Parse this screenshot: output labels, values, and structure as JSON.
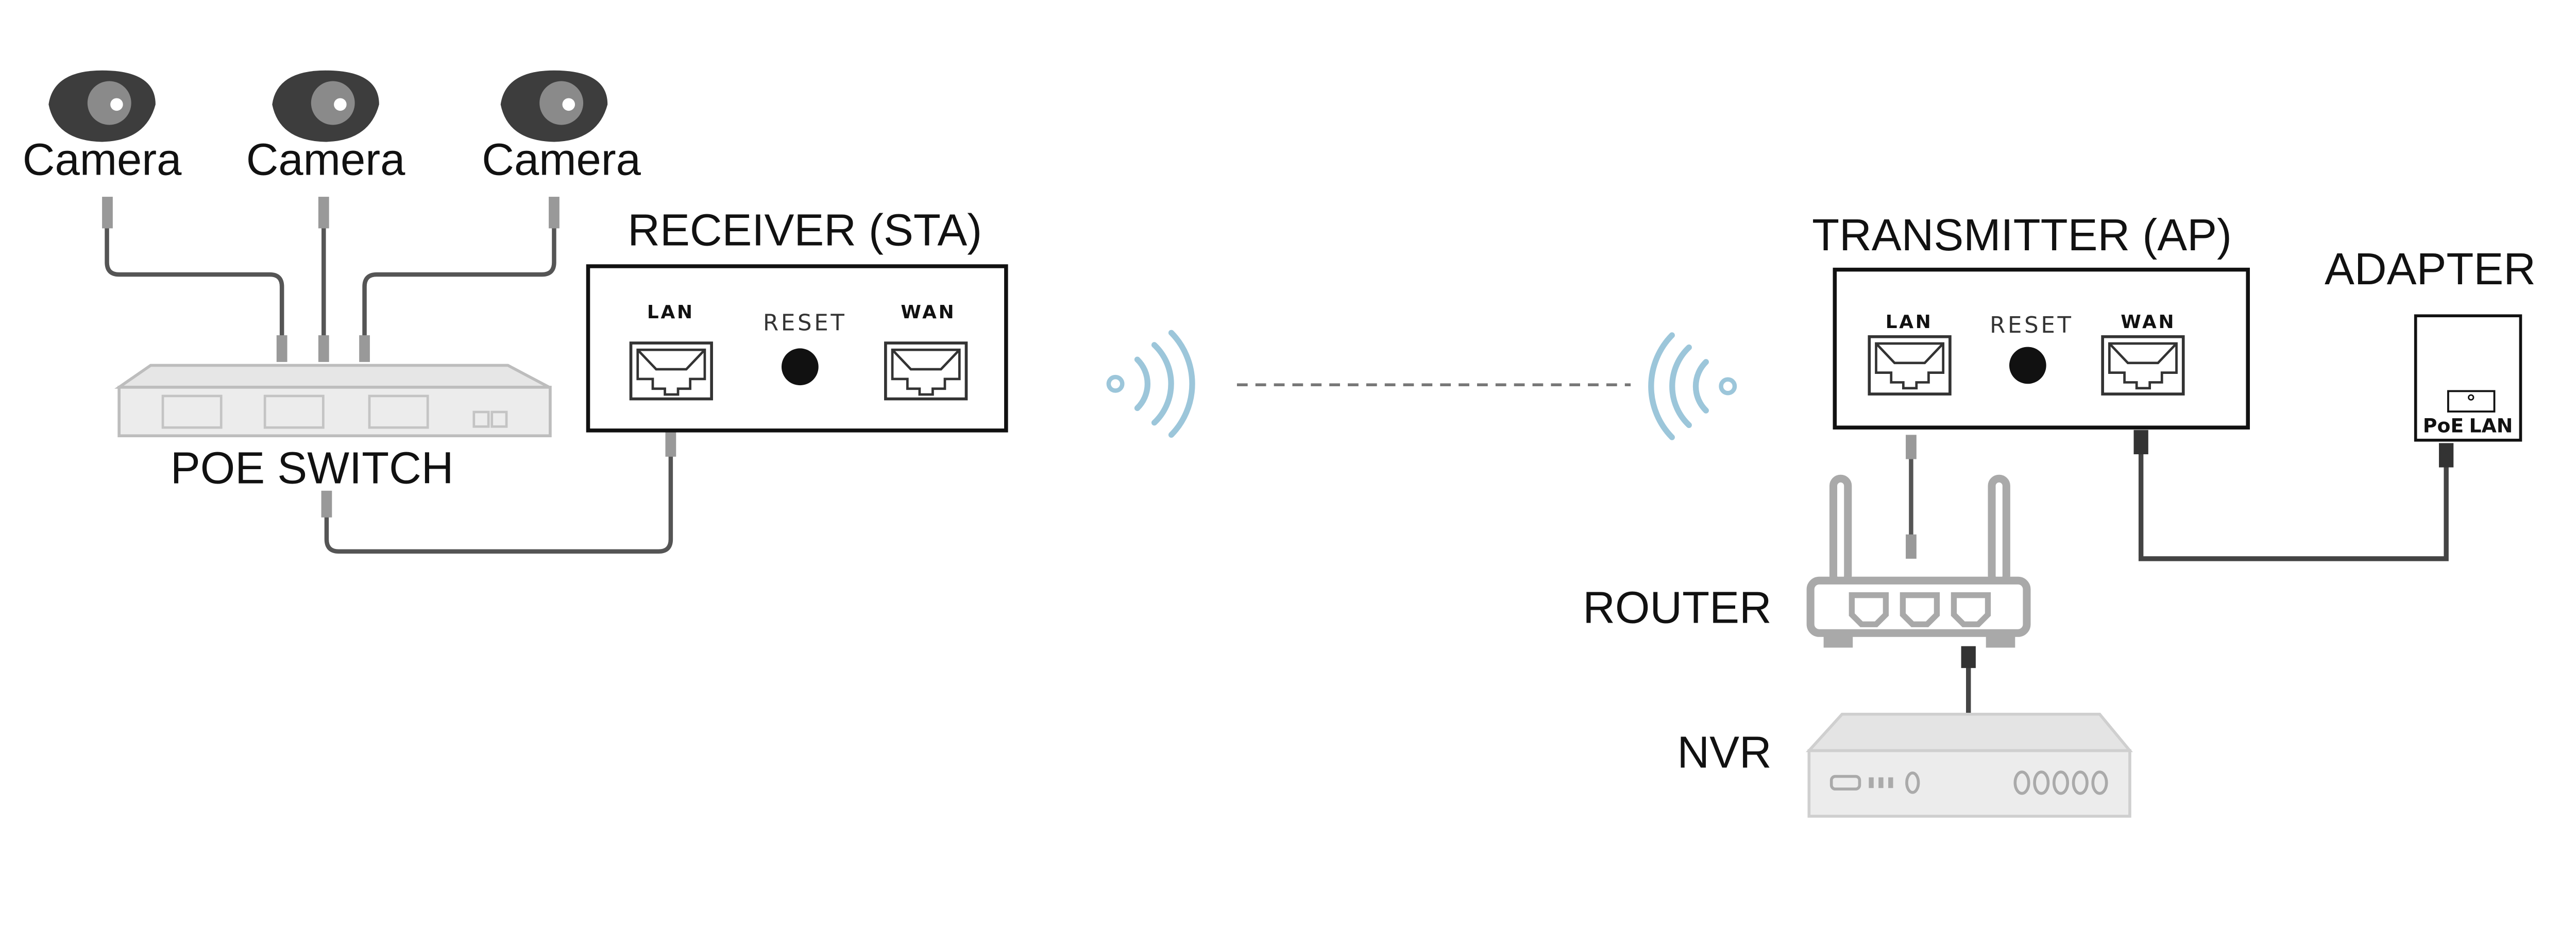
{
  "cameras": [
    {
      "label": "Camera"
    },
    {
      "label": "Camera"
    },
    {
      "label": "Camera"
    }
  ],
  "poe_switch": {
    "label": "POE SWITCH"
  },
  "receiver": {
    "title": "RECEIVER (STA)",
    "lan": "LAN",
    "reset": "RESET",
    "wan": "WAN"
  },
  "transmitter": {
    "title": "TRANSMITTER (AP)",
    "lan": "LAN",
    "reset": "RESET",
    "wan": "WAN"
  },
  "adapter": {
    "title": "ADAPTER",
    "poe": "PoE",
    "lan": "LAN"
  },
  "router": {
    "label": "ROUTER"
  },
  "nvr": {
    "label": "NVR"
  },
  "colors": {
    "cable": "#555555",
    "wifi": "#9cc6da",
    "device_gray": "#a9a9a9"
  }
}
